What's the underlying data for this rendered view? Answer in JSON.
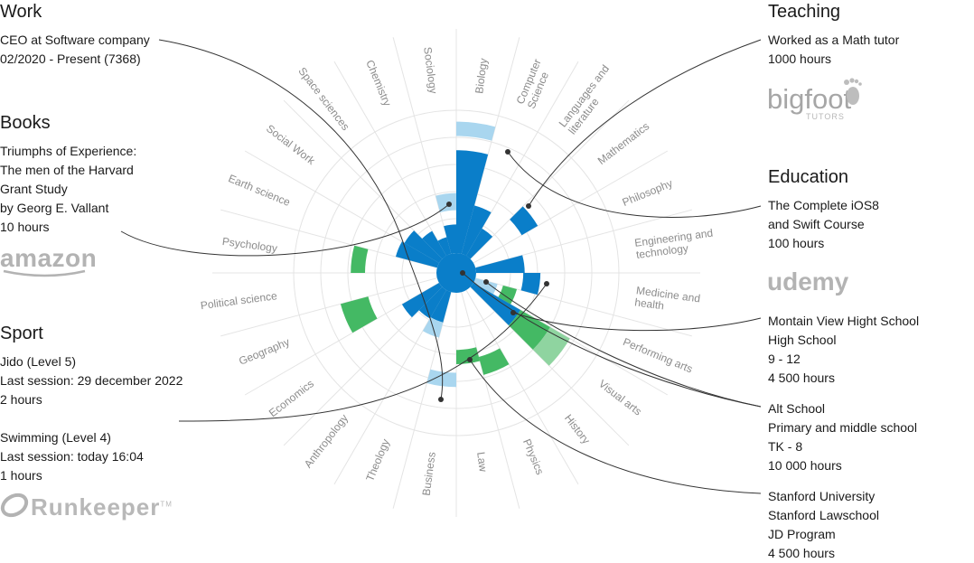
{
  "colors": {
    "dark_blue": "#0a7ec9",
    "light_blue": "#a9d6ef",
    "green": "#44b964",
    "light_green": "#8fd4a0",
    "grid": "#e4e4e4",
    "label": "#8c8c8c",
    "connector": "#333333"
  },
  "sections": {
    "work": {
      "title": "Work",
      "lines": [
        "CEO at Software company",
        "02/2020 - Present (7368)"
      ]
    },
    "books": {
      "title": "Books",
      "lines": [
        "Triumphs of Experience:",
        "The men of the Harvard",
        "Grant Study",
        "by Georg E. Vallant",
        "10 hours"
      ],
      "logo": "amazon"
    },
    "sport": {
      "title": "Sport",
      "entries": [
        {
          "lines": [
            "Jido (Level 5)",
            "Last session: 29 december 2022",
            "2 hours"
          ]
        },
        {
          "lines": [
            "Swimming (Level 4)",
            "Last session: today 16:04",
            "1 hours"
          ]
        }
      ],
      "logo": "Runkeeper",
      "logo_mark": "TM"
    },
    "teaching": {
      "title": "Teaching",
      "lines": [
        "Worked as a Math tutor",
        "1000 hours"
      ],
      "logo": "bigfoot",
      "logo_sub": "TUTORS"
    },
    "education": {
      "title": "Education",
      "lines": [
        "The Complete iOS8",
        "and Swift Course",
        "100 hours"
      ],
      "logo": "udemy",
      "schools": [
        {
          "lines": [
            "Montain View Hight School",
            "High School",
            "9 - 12",
            "4 500 hours"
          ]
        },
        {
          "lines": [
            "Alt School",
            "Primary and middle school",
            "TK - 8",
            "10 000 hours"
          ]
        },
        {
          "lines": [
            "Stanford University",
            "Stanford Lawschool",
            "JD Program",
            "4 500 hours"
          ]
        }
      ]
    }
  },
  "chart_data": {
    "type": "radial-bar",
    "categories": [
      "Biology",
      "Computer Science",
      "Languages and literature",
      "Mathematics",
      "Philosophy",
      "Engineering and technology",
      "Medicine and health",
      "Performing arts",
      "Visual arts",
      "History",
      "Physics",
      "Law",
      "Business",
      "Theology",
      "Anthropology",
      "Economics",
      "Geography",
      "Political science",
      "Psychology",
      "Earth science",
      "Social Work",
      "Space sciences",
      "Chemistry",
      "Sociology"
    ],
    "segments": [
      {
        "category": "Biology",
        "kind": "dark_blue",
        "from": 0,
        "to": 0.72
      },
      {
        "category": "Biology",
        "kind": "light_blue",
        "from": 0.82,
        "to": 0.92
      },
      {
        "category": "Computer Science",
        "kind": "dark_blue",
        "from": 0,
        "to": 0.35
      },
      {
        "category": "Languages and literature",
        "kind": "dark_blue",
        "from": 0,
        "to": 0.22
      },
      {
        "category": "Mathematics",
        "kind": "dark_blue",
        "from": 0.39,
        "to": 0.52
      },
      {
        "category": "Engineering and technology",
        "kind": "dark_blue",
        "from": 0,
        "to": 0.34
      },
      {
        "category": "Medicine and health",
        "kind": "dark_blue",
        "from": 0.33,
        "to": 0.45
      },
      {
        "category": "Performing arts",
        "kind": "light_blue",
        "from": 0,
        "to": 0.16
      },
      {
        "category": "Performing arts",
        "kind": "green",
        "from": 0.2,
        "to": 0.3
      },
      {
        "category": "Visual arts",
        "kind": "dark_blue",
        "from": 0,
        "to": 0.38
      },
      {
        "category": "Visual arts",
        "kind": "green",
        "from": 0.38,
        "to": 0.62
      },
      {
        "category": "Visual arts",
        "kind": "light_green",
        "from": 0.62,
        "to": 0.78
      },
      {
        "category": "Law",
        "kind": "green",
        "from": 0.4,
        "to": 0.5
      },
      {
        "category": "Physics",
        "kind": "green",
        "from": 0.47,
        "to": 0.6
      },
      {
        "category": "Business",
        "kind": "light_blue",
        "from": 0.56,
        "to": 0.66
      },
      {
        "category": "Theology",
        "kind": "dark_blue",
        "from": 0,
        "to": 0.22
      },
      {
        "category": "Theology",
        "kind": "light_blue",
        "from": 0.22,
        "to": 0.33
      },
      {
        "category": "Anthropology",
        "kind": "dark_blue",
        "from": 0,
        "to": 0.23
      },
      {
        "category": "Economics",
        "kind": "dark_blue",
        "from": 0,
        "to": 0.3
      },
      {
        "category": "Geography",
        "kind": "green",
        "from": 0.5,
        "to": 0.7
      },
      {
        "category": "Psychology",
        "kind": "green",
        "from": 0.5,
        "to": 0.6
      },
      {
        "category": "Earth science",
        "kind": "dark_blue",
        "from": 0,
        "to": 0.3
      },
      {
        "category": "Social Work",
        "kind": "dark_blue",
        "from": 0,
        "to": 0.28
      },
      {
        "category": "Space sciences",
        "kind": "dark_blue",
        "from": 0,
        "to": 0.2
      },
      {
        "category": "Chemistry",
        "kind": "dark_blue",
        "from": 0,
        "to": 0.12
      },
      {
        "category": "Sociology",
        "kind": "light_blue",
        "from": 0.3,
        "to": 0.42
      },
      {
        "category": "Sociology",
        "kind": "dark_blue",
        "from": 0,
        "to": 0.2
      }
    ]
  }
}
